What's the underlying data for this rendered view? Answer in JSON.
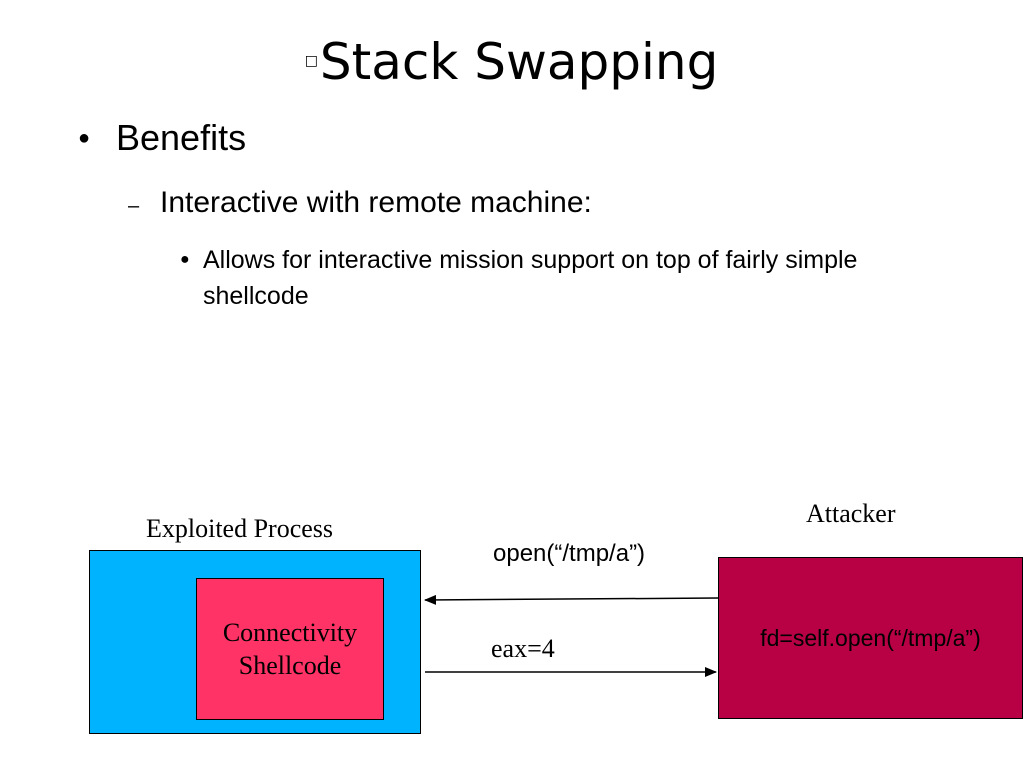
{
  "slide": {
    "title": "Stack Swapping",
    "title_glyph": "□",
    "bullets": {
      "level1": "Benefits",
      "level2": "Interactive with remote machine:",
      "level3": "Allows for interactive mission support on top of fairly simple shellcode"
    }
  },
  "diagram": {
    "exploited_process": {
      "label": "Exploited Process",
      "color": "#00b3ff"
    },
    "shellcode": {
      "line1": "Connectivity",
      "line2": "Shellcode",
      "color": "#ff3366"
    },
    "attacker": {
      "label": "Attacker",
      "box_text": "fd=self.open(“/tmp/a”)",
      "color": "#b80045"
    },
    "arrow_to_process": {
      "label": "open(“/tmp/a”)"
    },
    "arrow_to_attacker": {
      "label": "eax=4"
    }
  }
}
